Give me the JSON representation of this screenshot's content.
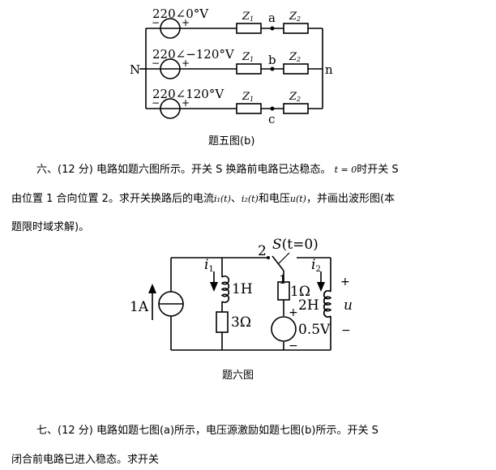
{
  "fig5": {
    "sources": [
      {
        "label": "220∠0°V",
        "minus": "−",
        "plus": "+"
      },
      {
        "label": "220∠−120°V",
        "minus": "−",
        "plus": "+"
      },
      {
        "label": "220∠120°V",
        "minus": "−",
        "plus": "+"
      }
    ],
    "z1": "Z",
    "z1_sub": "1",
    "z2": "Z",
    "z2_sub": "2",
    "nodes": {
      "a": "a",
      "b": "b",
      "c": "c",
      "N": "N",
      "n": "n"
    },
    "caption": "题五图(b)"
  },
  "q6": {
    "line1_a": "六、(12 分)  电路如题六图所示。开关 S 换路前电路已达稳态。",
    "line1_t": "t = 0",
    "line1_b": "时开关 S",
    "line2_a": "由位置 1 合向位置 2。求开关换路后的电流",
    "i1": "i₁(t)",
    "sep": "、",
    "i2": "i₂(t)",
    "line2_b": "和电压",
    "u": "u(t)",
    "line2_c": "，并画出波形图(本",
    "line3": "题限时域求解)。"
  },
  "fig6": {
    "switch": "S(t=0)",
    "pos2": "2",
    "pos1": "1",
    "i1": "i",
    "i1_sub": "1",
    "i2": "i",
    "i2_sub": "2",
    "src_current": "1A",
    "L1": "1H",
    "R1": "3Ω",
    "R2": "1Ω",
    "L2": "2H",
    "plus_top": "+",
    "u": "u",
    "minus_bot": "−",
    "vs_plus": "+",
    "vs_minus": "−",
    "vs": "0.5V",
    "caption": "题六图"
  },
  "q7": {
    "line1": "七、(12 分)  电路如题七图(a)所示，电压源激励如题七图(b)所示。开关 S",
    "line2": "闭合前电路已进入稳态。求开关"
  }
}
